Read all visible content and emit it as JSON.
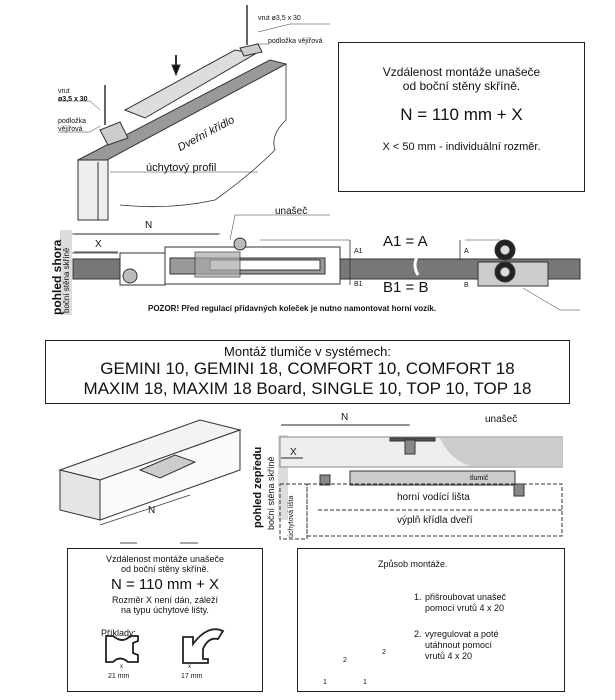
{
  "top_drawing": {
    "screw_label_right": "vrut ø3,5 x 30",
    "washer_label_right": "podložka vějířová",
    "screw_label_left_line1": "vrut",
    "screw_label_left_line2": "ø3,5 x 30",
    "washer_label_left_line1": "podložka",
    "washer_label_left_line2": "vějířová",
    "door_label": "Dveřní křídlo",
    "profile_label": "úchytový profil"
  },
  "info_box_top": {
    "line1": "Vzdálenost montáže unašeče",
    "line2": "od boční stěny skříně.",
    "formula": "N = 110 mm + X",
    "note": "X < 50 mm  - individuální rozměr."
  },
  "top_view": {
    "view_label": "pohled shora",
    "wall_label": "boční stěna skříně",
    "n_label": "N",
    "x_label": "X",
    "carrier_label": "unašeč",
    "a1_label": "A1",
    "b1_label": "B1",
    "a_label": "A",
    "b_label": "B",
    "eq_a": "A1 = A",
    "eq_b": "B1 = B",
    "warning": "POZOR! Před regulací přídavných koleček je nutno namontovat horní vozík."
  },
  "systems_box": {
    "title": "Montáž tlumiče v systémech:",
    "line1": "GEMINI 10, GEMINI 18, COMFORT 10, COMFORT 18",
    "line2": "MAXIM 18, MAXIM 18 Board, SINGLE 10, TOP 10, TOP 18"
  },
  "iso_drawing": {
    "n_label": "N"
  },
  "front_view": {
    "view_label": "pohled zepředu",
    "wall_label": "boční stěna skříně",
    "handle_label": "úchytová lišta",
    "n_label": "N",
    "x_label": "X",
    "carrier_label": "unašeč",
    "damper_label": "tlumič",
    "rail_label": "horní vodící lišta",
    "fill_label": "výplň křídla dveří"
  },
  "info_box_bottom": {
    "line1": "Vzdálenost montáže unašeče",
    "line2": "od boční stěny skříně.",
    "formula": "N = 110 mm + X",
    "note1": "Rozměr X není dán, záleží",
    "note2": "na typu úchytové lišty.",
    "examples_label": "Příklady:",
    "example1_x": "x",
    "example1_dim": "21 mm",
    "example2_x": "x",
    "example2_dim": "17 mm"
  },
  "mounting_box": {
    "title": "Způsob montáže.",
    "step1_num": "1.",
    "step1_line1": "přišroubovat unašeč",
    "step1_line2": "pomocí vrutů 4 x 20",
    "step2_num": "2.",
    "step2_line1": "vyregulovat a poté",
    "step2_line2": "utáhnout pomocí",
    "step2_line3": "vrutů 4 x 20",
    "screw_tag_1": "1",
    "screw_tag_2": "2"
  }
}
